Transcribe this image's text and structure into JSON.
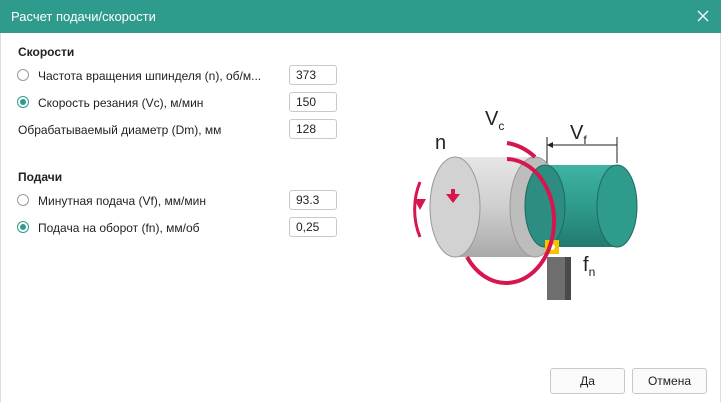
{
  "window": {
    "title": "Расчет подачи/скорости",
    "accent": "#2f9b8c"
  },
  "speeds": {
    "heading": "Скорости",
    "spindle": {
      "label": "Частота вращения шпинделя (n), об/м...",
      "value": "373",
      "selected": false
    },
    "cutting": {
      "label": "Скорость резания (Vc), м/мин",
      "value": "150",
      "selected": true
    },
    "diameter": {
      "label": "Обрабатываемый диаметр (Dm), мм",
      "value": "128"
    }
  },
  "feeds": {
    "heading": "Подачи",
    "minute": {
      "label": "Минутная подача (Vf), мм/мин",
      "value": "93.3",
      "selected": false
    },
    "per_rev": {
      "label": "Подача на оборот (fn), мм/об",
      "value": "0,25",
      "selected": true
    }
  },
  "diagram": {
    "n": "n",
    "vc_main": "V",
    "vc_sub": "c",
    "vf_main": "V",
    "vf_sub": "f",
    "fn_main": "f",
    "fn_sub": "n",
    "arrow_color": "#d6174f",
    "cylinder_color": "#2f9b8c"
  },
  "buttons": {
    "ok": "Да",
    "cancel": "Отмена"
  }
}
